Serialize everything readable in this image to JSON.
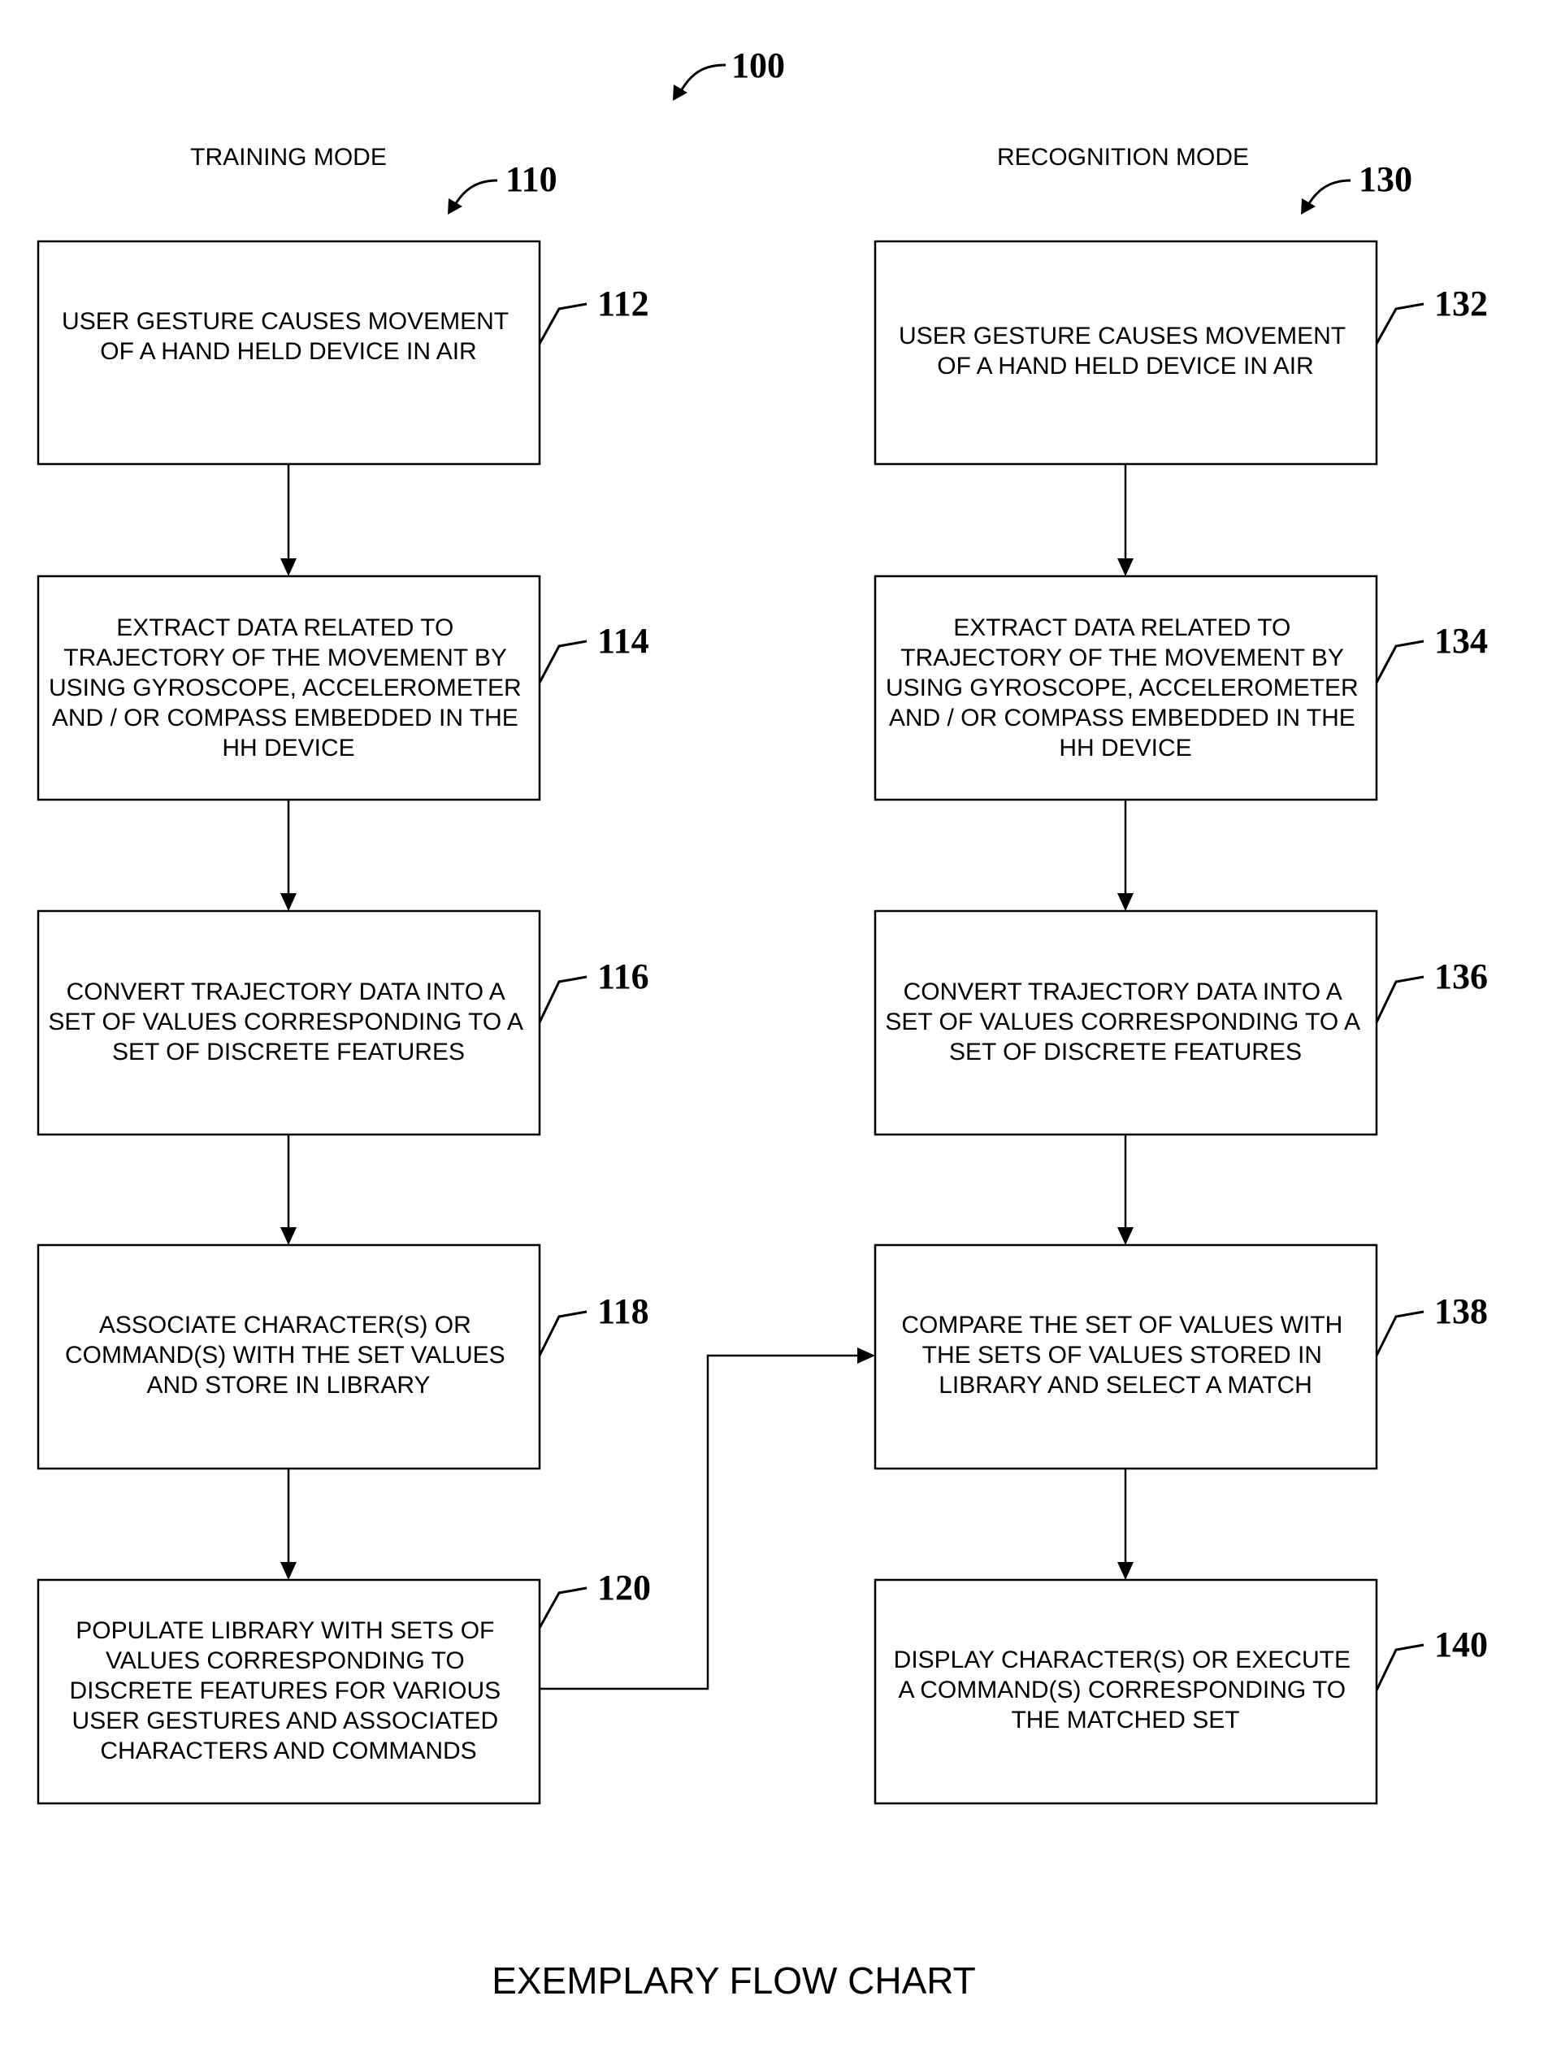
{
  "figure": {
    "number": "100",
    "caption": "EXEMPLARY FLOW CHART"
  },
  "training": {
    "title": "TRAINING MODE",
    "ref": "110",
    "steps": [
      {
        "ref": "112",
        "lines": [
          "USER GESTURE CAUSES MOVEMENT",
          "OF A HAND HELD DEVICE IN AIR"
        ]
      },
      {
        "ref": "114",
        "lines": [
          "EXTRACT DATA RELATED TO",
          "TRAJECTORY OF THE MOVEMENT BY",
          "USING GYROSCOPE, ACCELEROMETER",
          "AND / OR COMPASS EMBEDDED IN THE",
          "HH DEVICE"
        ]
      },
      {
        "ref": "116",
        "lines": [
          "CONVERT TRAJECTORY DATA INTO A",
          "SET OF VALUES CORRESPONDING TO A",
          "SET OF DISCRETE FEATURES"
        ]
      },
      {
        "ref": "118",
        "lines": [
          "ASSOCIATE CHARACTER(S) OR",
          "COMMAND(S) WITH THE SET VALUES",
          "AND STORE IN LIBRARY"
        ]
      },
      {
        "ref": "120",
        "lines": [
          "POPULATE LIBRARY WITH SETS OF",
          "VALUES CORRESPONDING TO",
          "DISCRETE FEATURES FOR VARIOUS",
          "USER GESTURES AND ASSOCIATED",
          "CHARACTERS AND COMMANDS"
        ]
      }
    ]
  },
  "recognition": {
    "title": "RECOGNITION MODE",
    "ref": "130",
    "steps": [
      {
        "ref": "132",
        "lines": [
          "USER GESTURE CAUSES MOVEMENT",
          "OF A HAND HELD DEVICE IN AIR"
        ]
      },
      {
        "ref": "134",
        "lines": [
          "EXTRACT DATA RELATED TO",
          "TRAJECTORY OF THE MOVEMENT BY",
          "USING GYROSCOPE, ACCELEROMETER",
          "AND / OR COMPASS EMBEDDED IN THE",
          "HH DEVICE"
        ]
      },
      {
        "ref": "136",
        "lines": [
          "CONVERT TRAJECTORY DATA INTO A",
          "SET OF VALUES CORRESPONDING TO A",
          "SET OF DISCRETE FEATURES"
        ]
      },
      {
        "ref": "138",
        "lines": [
          "COMPARE THE SET OF VALUES WITH",
          "THE SETS OF VALUES STORED IN",
          "LIBRARY AND SELECT A MATCH"
        ]
      },
      {
        "ref": "140",
        "lines": [
          "DISPLAY CHARACTER(S) OR EXECUTE",
          "A COMMAND(S) CORRESPONDING TO",
          "THE MATCHED SET"
        ]
      }
    ]
  }
}
